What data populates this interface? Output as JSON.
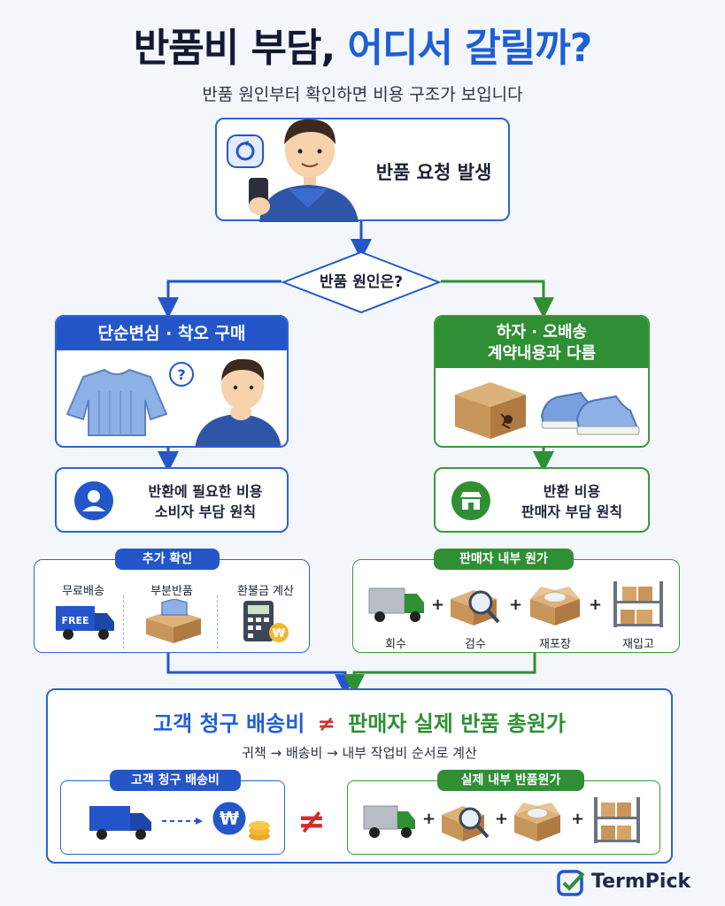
{
  "title": {
    "part1": "반품비 부담, ",
    "part2": "어디서 갈릴까?"
  },
  "subtitle": "반품 원인부터 확인하면 비용 구조가 보입니다",
  "start": {
    "label": "반품 요청 발생"
  },
  "decision": {
    "label": "반품 원인은?"
  },
  "left_branch": {
    "header": "단순변심 · 착오 구매",
    "result_line1": "반환에 필요한 비용",
    "result_line2": "소비자 부담 원칙",
    "extra_header": "추가 확인",
    "extra_items": [
      {
        "label": "무료배송",
        "badge": "FREE"
      },
      {
        "label": "부분반품"
      },
      {
        "label": "환불금 계산",
        "badge": "₩"
      }
    ]
  },
  "right_branch": {
    "header_line1": "하자 · 오배송",
    "header_line2": "계약내용과 다름",
    "result_line1": "반환 비용",
    "result_line2": "판매자 부담 원칙",
    "cost_header": "판매자 내부 원가",
    "cost_items": [
      {
        "label": "회수"
      },
      {
        "label": "검수"
      },
      {
        "label": "재포장"
      },
      {
        "label": "재입고"
      }
    ]
  },
  "summary": {
    "left_text": "고객 청구 배송비",
    "neq": "≠",
    "right_text": "판매자 실제 반품 총원가",
    "note": "귀책 → 배송비 → 내부 작업비 순서로 계산",
    "left_panel_header": "고객 청구 배송비",
    "right_panel_header": "실제 내부 반품원가",
    "coin": "₩"
  },
  "plus": "+",
  "brand": {
    "name": "TermPick"
  },
  "colors": {
    "blue": "#1f5fd6",
    "green": "#2f8f34",
    "red": "#d42b2b"
  }
}
